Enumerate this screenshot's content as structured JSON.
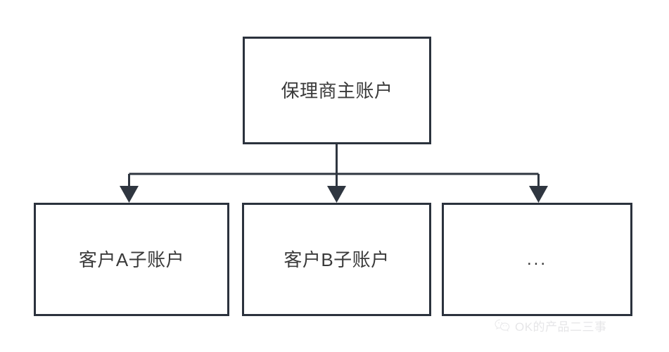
{
  "diagram": {
    "type": "hierarchy-tree",
    "root": {
      "id": "root-node",
      "label": "保理商主账户"
    },
    "children": [
      {
        "id": "child-node-0",
        "label": "客户A子账户"
      },
      {
        "id": "child-node-1",
        "label": "客户B子账户"
      },
      {
        "id": "child-node-2",
        "label": "..."
      }
    ],
    "connector": {
      "style": "orthogonal-elbow",
      "arrowhead": "solid-triangle-down",
      "count": 3
    },
    "colors": {
      "box_border": "#2b323d",
      "box_fill": "#ffffff",
      "text": "#3a3a3a",
      "connector": "#2f3640",
      "canvas": "#ffffff",
      "watermark_text": "#c9c9cd"
    }
  },
  "watermark": {
    "icon": "wechat-icon",
    "text": "OK的产品二三事"
  }
}
